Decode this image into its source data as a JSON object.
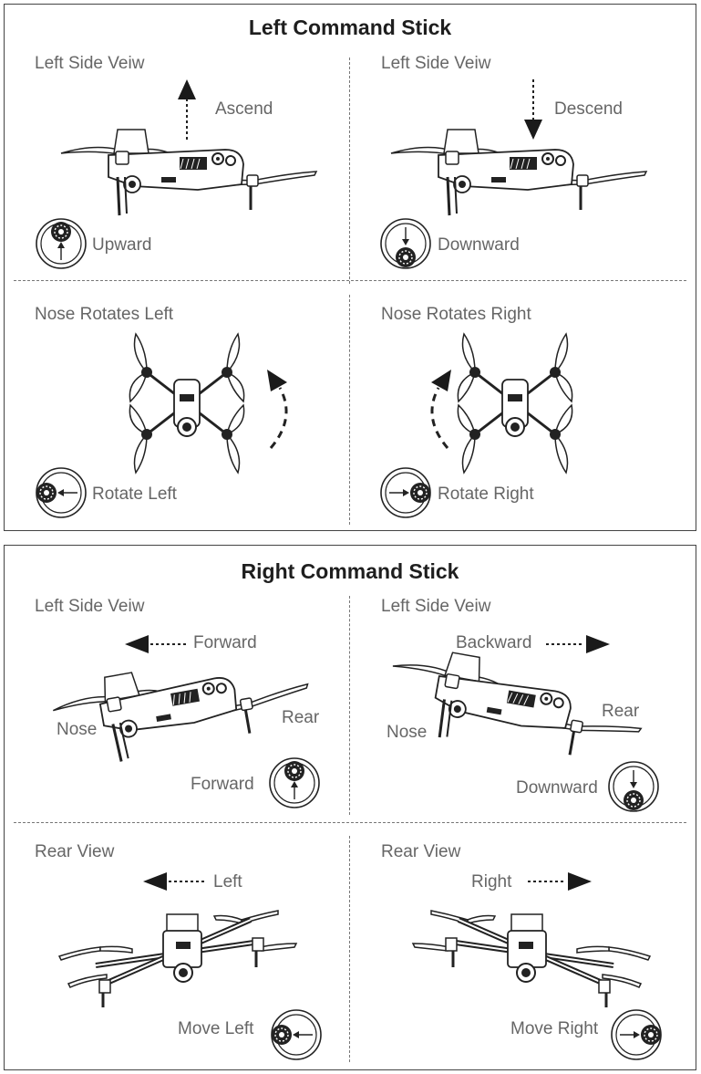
{
  "left_panel": {
    "title": "Left Command Stick",
    "q_tl": {
      "view": "Left Side Veiw",
      "motion": "Ascend",
      "stick": "Upward"
    },
    "q_tr": {
      "view": "Left Side Veiw",
      "motion": "Descend",
      "stick": "Downward"
    },
    "q_bl": {
      "view": "Nose Rotates Left",
      "stick": "Rotate Left"
    },
    "q_br": {
      "view": "Nose Rotates Right",
      "stick": "Rotate Right"
    }
  },
  "right_panel": {
    "title": "Right Command Stick",
    "q_tl": {
      "view": "Left Side Veiw",
      "motion": "Forward",
      "nose": "Nose",
      "rear": "Rear",
      "stick": "Forward"
    },
    "q_tr": {
      "view": "Left Side Veiw",
      "motion": "Backward",
      "nose": "Nose",
      "rear": "Rear",
      "stick": "Downward"
    },
    "q_bl": {
      "view": "Rear View",
      "motion": "Left",
      "stick": "Move Left"
    },
    "q_br": {
      "view": "Rear View",
      "motion": "Right",
      "stick": "Move Right"
    }
  },
  "colors": {
    "border": "#444444",
    "text": "#666666",
    "title": "#1e1e1e",
    "arrow": "#1a1a1a"
  },
  "icons": [
    "up-arrow-icon",
    "down-arrow-icon",
    "left-arrow-icon",
    "right-arrow-icon",
    "curved-arrow-icon",
    "control-stick-icon",
    "drone-side-icon",
    "drone-top-icon",
    "drone-rear-icon"
  ]
}
